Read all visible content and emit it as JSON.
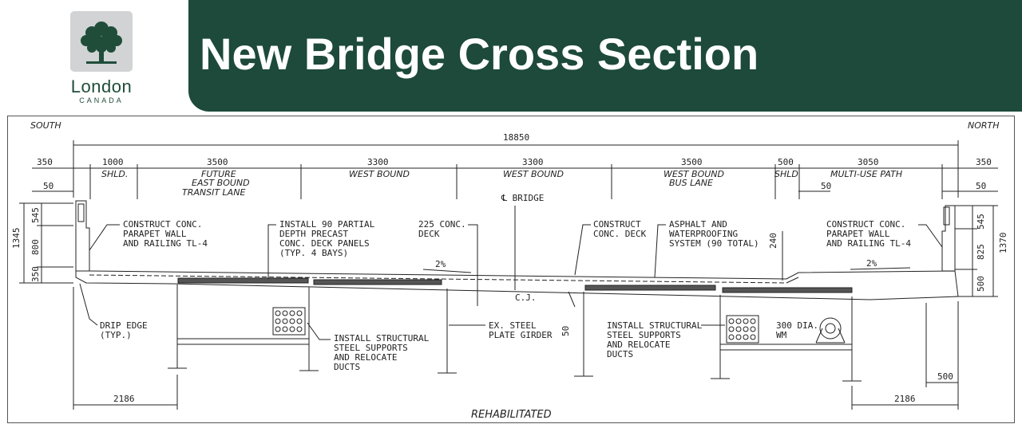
{
  "logo": {
    "icon": "tree-icon",
    "word": "London",
    "sub": "CANADA"
  },
  "title": "New Bridge Cross Section",
  "drawing": {
    "south": "SOUTH",
    "north": "NORTH",
    "total_width": "18850",
    "top_dims": [
      "350",
      "1000",
      "3500",
      "3300",
      "3300",
      "3500",
      "500",
      "3050",
      "350"
    ],
    "lanes": {
      "shld1": "SHLD.",
      "future1": "FUTURE",
      "future2": "EAST BOUND",
      "future3": "TRANSIT LANE",
      "wb1": "WEST BOUND",
      "wb2": "WEST BOUND",
      "bus1": "WEST BOUND",
      "bus2": "BUS LANE",
      "shld2": "SHLD",
      "mup": "MULTI-USE PATH"
    },
    "left_dims": {
      "d50": "50",
      "d545": "545",
      "d1345": "1345",
      "d800": "800",
      "d350": "350"
    },
    "right_dims": {
      "d50": "50",
      "d50b": "50",
      "d545": "545",
      "d1370": "1370",
      "d825": "825",
      "d500": "500",
      "d240": "240"
    },
    "cl_bridge": "℄ BRIDGE",
    "notes": {
      "parapet_l1": "CONSTRUCT CONC.",
      "parapet_l2": "PARAPET WALL",
      "parapet_l3": "AND RAILING TL-4",
      "panels1": "INSTALL 90 PARTIAL",
      "panels2": "DEPTH PRECAST",
      "panels3": "CONC. DECK PANELS",
      "panels4": "(TYP. 4 BAYS)",
      "deck225_1": "225 CONC.",
      "deck225_2": "DECK",
      "cdeck1": "CONSTRUCT",
      "cdeck2": "CONC. DECK",
      "asphalt1": "ASPHALT AND",
      "asphalt2": "WATERPROOFING",
      "asphalt3": "SYSTEM (90 TOTAL)",
      "parapet_r1": "CONSTRUCT CONC.",
      "parapet_r2": "PARAPET WALL",
      "parapet_r3": "AND RAILING TL-4",
      "slope_l": "2%",
      "slope_r": "2%",
      "cj": "C.J.",
      "drip1": "DRIP EDGE",
      "drip2": "(TYP.)",
      "struct_l1": "INSTALL STRUCTURAL",
      "struct_l2": "STEEL SUPPORTS",
      "struct_l3": "AND RELOCATE",
      "struct_l4": "DUCTS",
      "girder1": "EX. STEEL",
      "girder2": "PLATE GIRDER",
      "d50_girder": "50",
      "struct_r1": "INSTALL STRUCTURAL",
      "struct_r2": "STEEL SUPPORTS",
      "struct_r3": "AND RELOCATE",
      "struct_r4": "DUCTS",
      "wm1": "300 DIA.",
      "wm2": "WM",
      "d500_bottom": "500"
    },
    "bottom_left": "2186",
    "bottom_right": "2186",
    "caption": "REHABILITATED"
  }
}
